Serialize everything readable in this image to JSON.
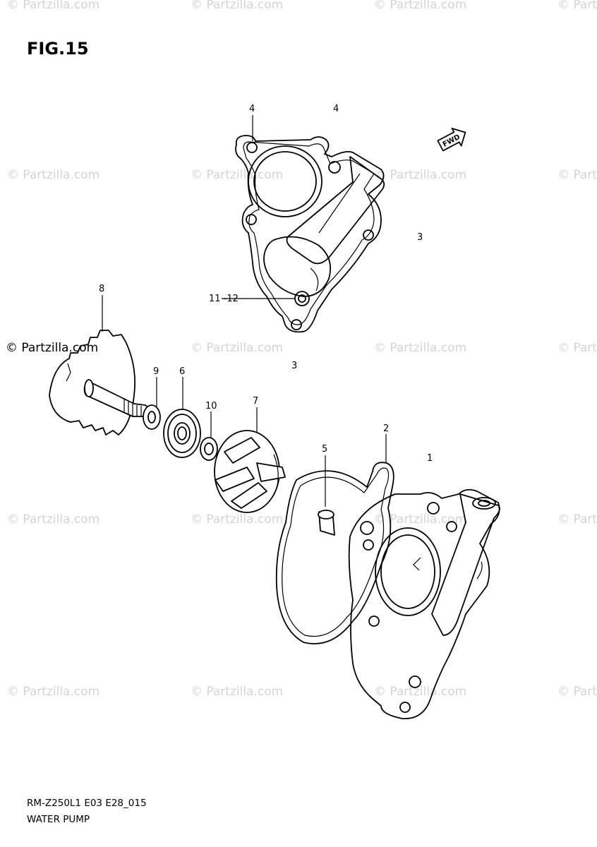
{
  "figure": {
    "title": "FIG.15",
    "model_code": "RM-Z250L1  E03 E28_015",
    "section_name": "WATER PUMP",
    "brand_text": "© Partzilla.com",
    "fwd_label": "FWD"
  },
  "watermark": {
    "text": "© Partzilla.com"
  },
  "callouts": {
    "c1": "1",
    "c2": "2",
    "c3a": "3",
    "c3b": "3",
    "c4a": "4",
    "c4b": "4",
    "c5": "5",
    "c6": "6",
    "c7": "7",
    "c8": "8",
    "c9": "9",
    "c10": "10",
    "c11": "11 -12"
  },
  "colors": {
    "line": "#000000",
    "watermark": "#d4d4d4",
    "background": "#ffffff"
  }
}
